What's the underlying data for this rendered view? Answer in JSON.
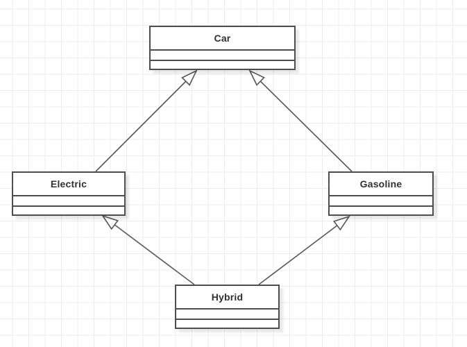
{
  "diagram": {
    "type": "uml-class-diagram",
    "nodes": [
      {
        "id": "car",
        "label": "Car"
      },
      {
        "id": "electric",
        "label": "Electric"
      },
      {
        "id": "gasoline",
        "label": "Gasoline"
      },
      {
        "id": "hybrid",
        "label": "Hybrid"
      }
    ],
    "edges": [
      {
        "from": "Electric",
        "to": "Car",
        "type": "generalization"
      },
      {
        "from": "Gasoline",
        "to": "Car",
        "type": "generalization"
      },
      {
        "from": "Hybrid",
        "to": "Electric",
        "type": "generalization"
      },
      {
        "from": "Hybrid",
        "to": "Gasoline",
        "type": "generalization"
      }
    ],
    "colors": {
      "background": "#ffffff",
      "grid_line": "#ececec",
      "node_fill": "#ffffff",
      "node_border": "#4d4d4d",
      "edge": "#5c5c5c",
      "text": "#303030"
    }
  }
}
